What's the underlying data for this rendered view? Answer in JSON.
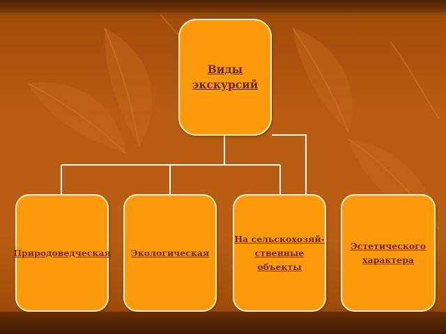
{
  "diagram": {
    "root": {
      "label": "Виды\nэкскурсий"
    },
    "children": [
      {
        "label": "Природоведческая"
      },
      {
        "label": "Экологическая"
      },
      {
        "label": "На сельскохозяй-\nственные\nобъекты"
      },
      {
        "label": "Эстетического\nхарактера"
      }
    ]
  },
  "colors": {
    "background": "#b85c12",
    "node_fill": "#ff9a0a",
    "node_border": "#fff3cf",
    "node_text": "#6b2a00",
    "connector": "#ffffff"
  }
}
